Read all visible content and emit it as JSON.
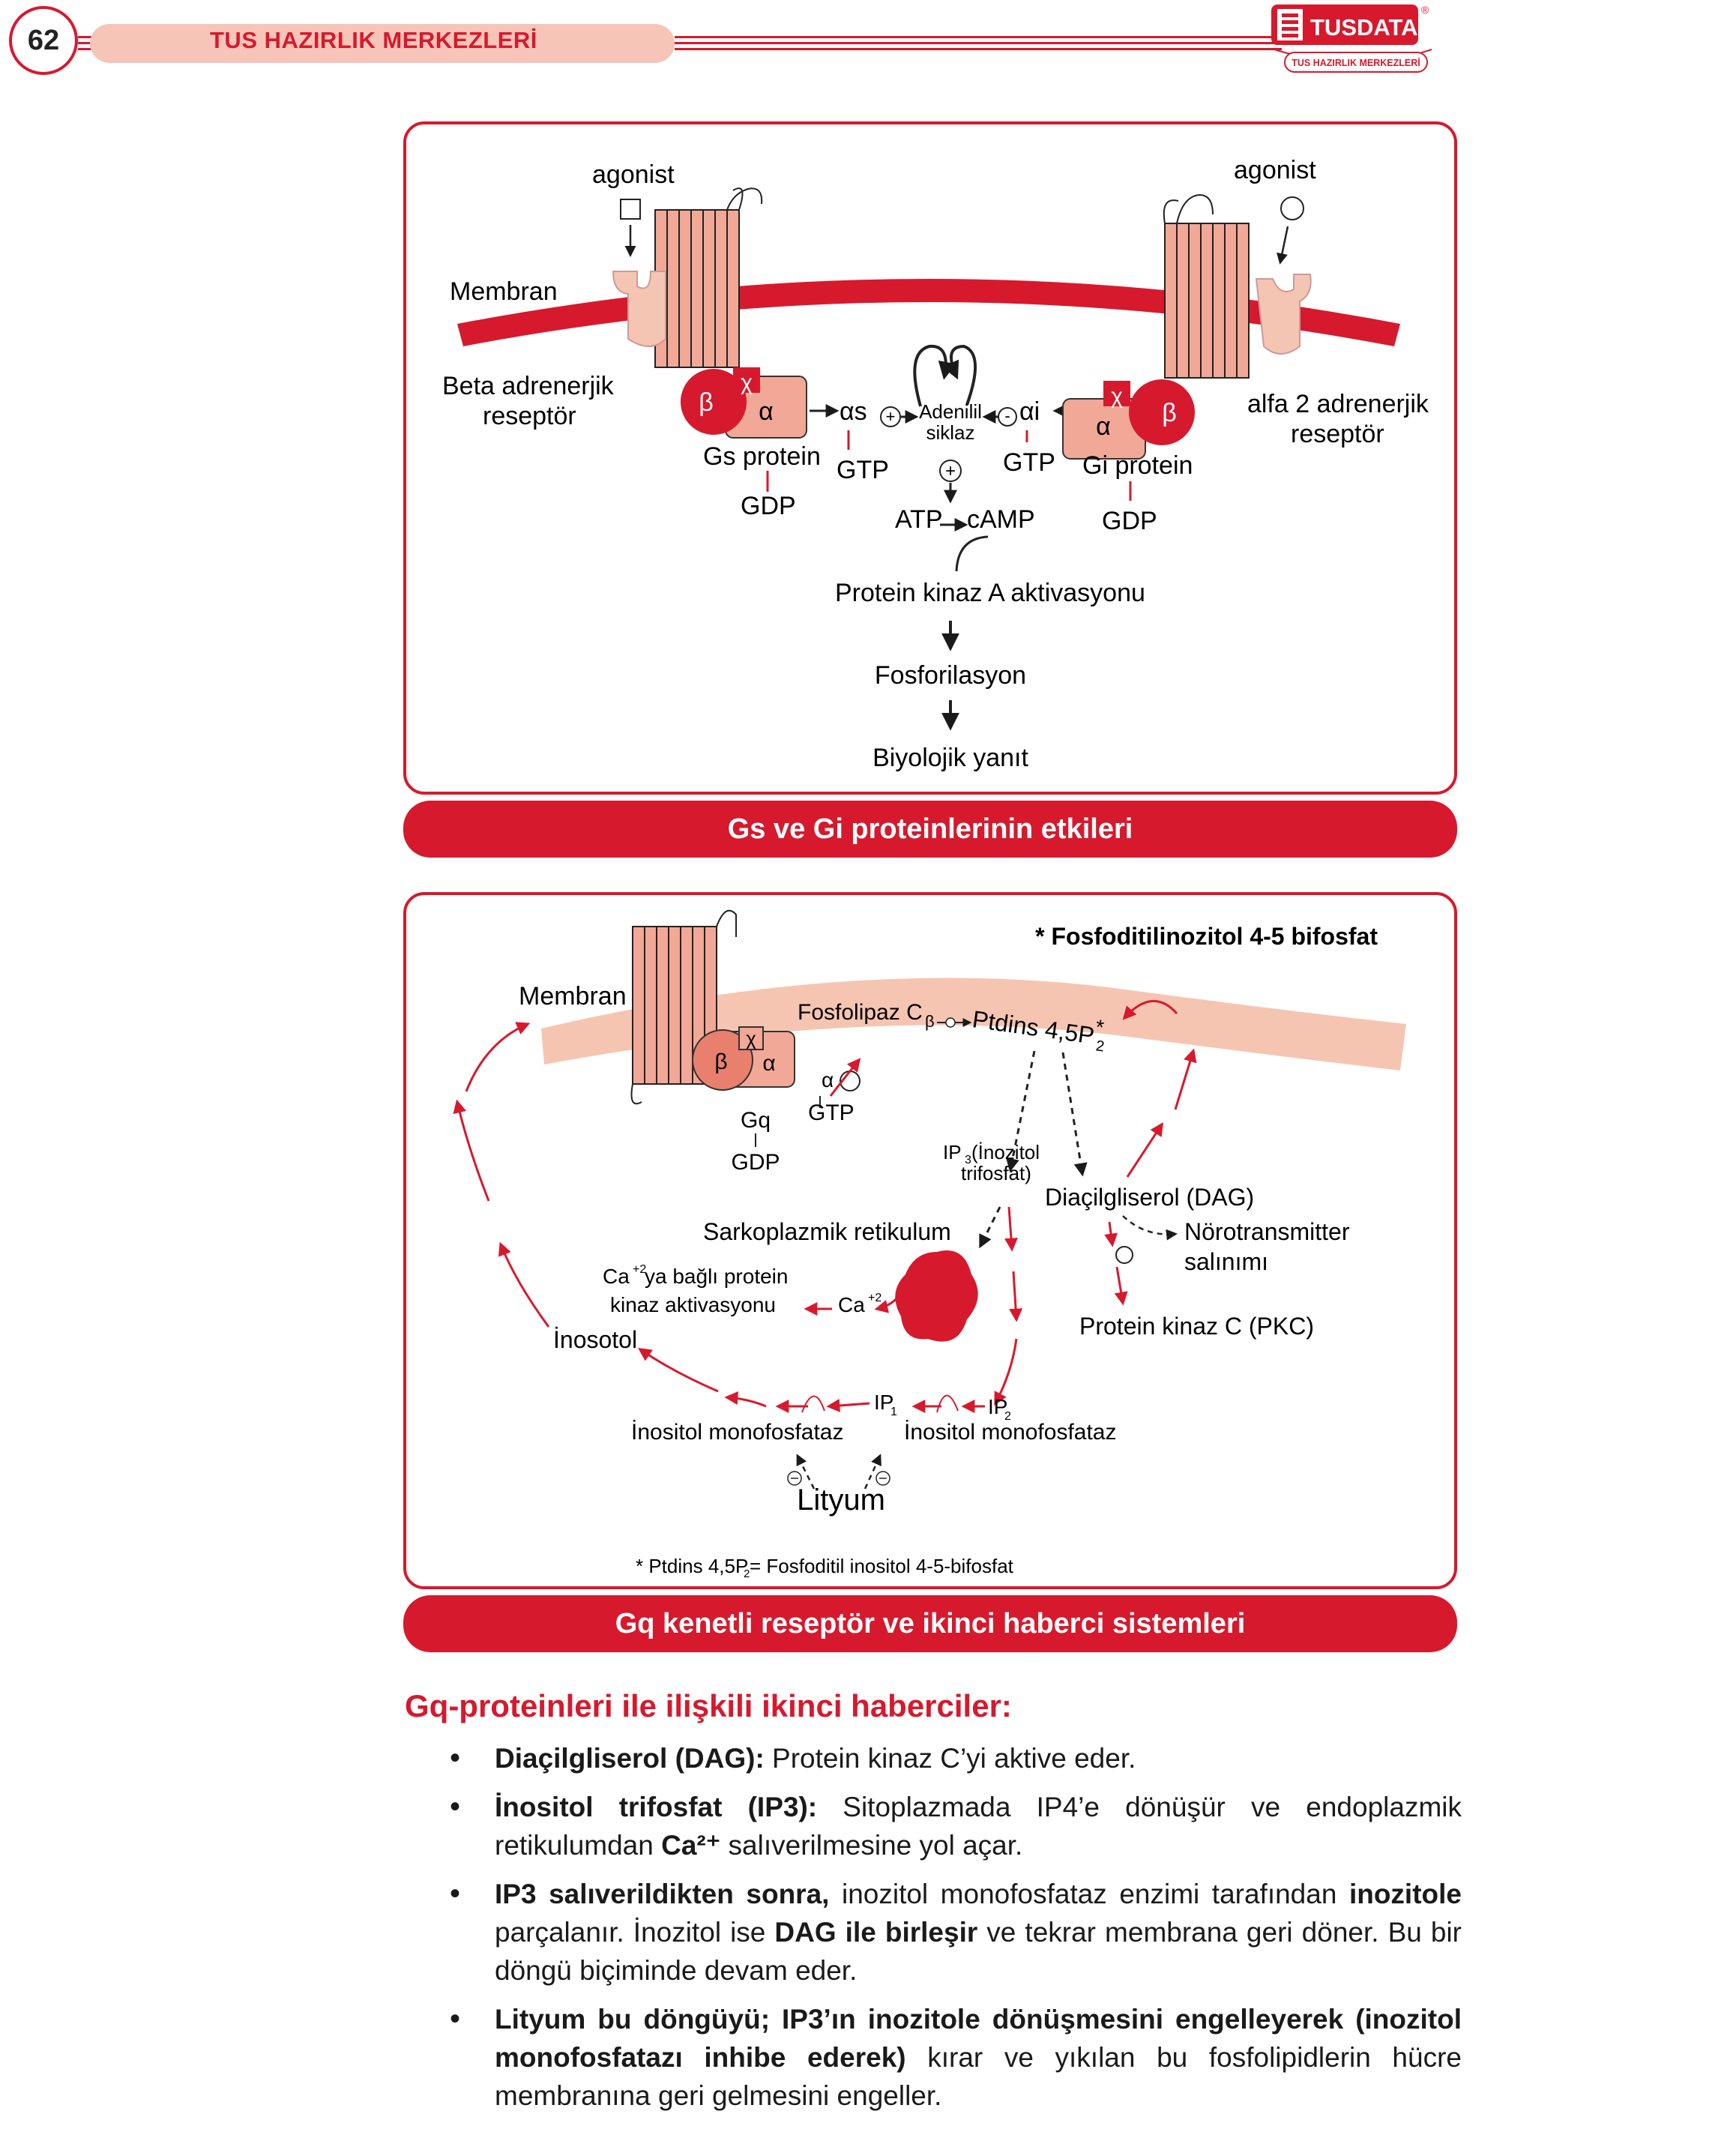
{
  "header": {
    "page_number": "62",
    "title": "TUS HAZIRLIK MERKEZLERİ",
    "logo_name": "TUSDATA",
    "logo_subtitle": "TUS HAZIRLIK MERKEZLERİ",
    "logo_mark": "®"
  },
  "figure1": {
    "caption": "Gs ve Gi proteinlerinin etkileri",
    "labels": {
      "agonist_left": "agonist",
      "agonist_right": "agonist",
      "membrane": "Membran",
      "beta_receptor_1": "Beta adrenerjik",
      "beta_receptor_2": "reseptör",
      "alpha2_receptor_1": "alfa 2 adrenerjik",
      "alpha2_receptor_2": "reseptör",
      "gs_protein": "Gs protein",
      "gi_protein": "Gi protein",
      "gdp": "GDP",
      "gtp": "GTP",
      "alpha_s": "αs",
      "alpha_i": "αi",
      "adenylyl_1": "Adenilil",
      "adenylyl_2": "siklaz",
      "atp": "ATP",
      "camp": "cAMP",
      "pka": "Protein kinaz A aktivasyonu",
      "phosphorylation": "Fosforilasyon",
      "response": "Biyolojik yanıt",
      "beta": "β",
      "alpha": "α",
      "gamma": "χ",
      "plus": "+",
      "minus": "-"
    }
  },
  "figure2": {
    "caption": "Gq kenetli reseptör ve ikinci haberci sistemleri",
    "labels": {
      "header_note": "* Fosfoditilinozitol 4-5 bifosfat",
      "membrane": "Membran",
      "phospholipase": "Fosfolipaz C",
      "phospholipase_sub": "β",
      "ptdins": "Ptdins 4,5P",
      "ptdins_sub": "2",
      "ptdins_star": "*",
      "gq": "Gq",
      "gdp": "GDP",
      "gtp": "GTP",
      "alpha": "α",
      "beta": "β",
      "gamma": "χ",
      "ip3_a": "IP",
      "ip3_sub": "3",
      "ip3_b": " (İnozitol",
      "ip3_c": "trifosfat)",
      "dag": "Diaçilgliserol (DAG)",
      "neuro_1": "Nörotransmitter",
      "neuro_2": "salınımı",
      "pkc": "Protein kinaz C (PKC)",
      "sr": "Sarkoplazmik retikulum",
      "ca": "Ca",
      "ca_sup": "+2",
      "ca_pk_a": "Ca",
      "ca_pk_sup": "+2",
      "ca_pk_b": " ya bağlı protein",
      "ca_pk_c": "kinaz aktivasyonu",
      "inositol": "İnosotol",
      "ip1": "IP",
      "ip1_sub": "1",
      "ip2": "IP",
      "ip2_sub": "2",
      "ino_mono_1": "İnositol monofosfataz",
      "ino_mono_2": "İnositol monofosfataz",
      "lithium": "Lityum",
      "footnote_a": "* Ptdins 4,5P",
      "footnote_sub": "2",
      "footnote_b": " =  Fosfoditil inositol 4-5-bifosfat"
    }
  },
  "section": {
    "title": "Gq-proteinleri ile ilişkili ikinci haberciler:",
    "items": [
      {
        "bold": "Diaçilgliserol (DAG):",
        "text": " Protein kinaz C’yi aktive eder."
      },
      {
        "bold": "İnositol trifosfat (IP3):",
        "text": " Sitoplazmada IP4’e dönüşür ve endoplazmik retikulumdan ",
        "bold2": "Ca²⁺",
        "text2": " salıverilmesine yol açar."
      },
      {
        "bold": "IP3 salıverildikten sonra,",
        "text": " inozitol monofosfataz enzimi tarafından ",
        "bold2": "inozitole",
        "text2": " parçalanır. İnozitol ise ",
        "bold3": "DAG ile birleşir",
        "text3": " ve tekrar membrana geri döner. Bu bir döngü biçiminde devam eder."
      },
      {
        "bold": "Lityum bu döngüyü; IP3’ın inozitole dönüşmesini engelleyerek (inozitol monofosfatazı inhibe ederek)",
        "text": " kırar ve yıkılan bu fosfolipidlerin hücre membranına geri gelmesini engeller."
      }
    ]
  }
}
